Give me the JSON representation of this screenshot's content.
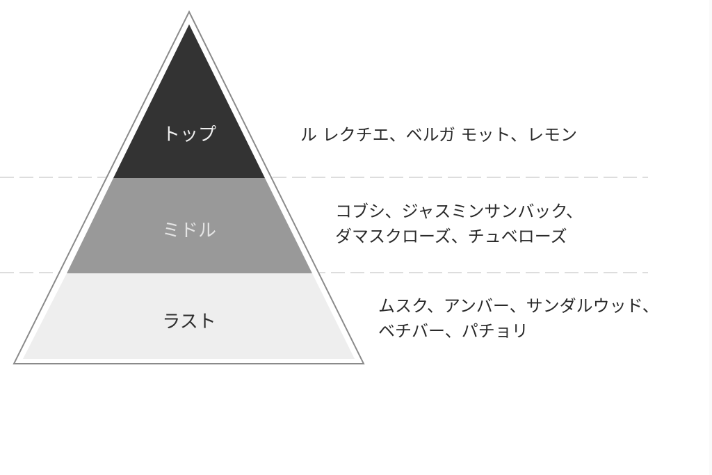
{
  "diagram": {
    "type": "fragrance-note-pyramid",
    "colors": {
      "top_fill": "#333333",
      "middle_fill": "#999999",
      "base_fill": "#eeeeee",
      "outline": "#8a8a8a",
      "divider": "#dddddd"
    },
    "tiers": [
      {
        "label": "トップ",
        "notes": [
          "ル レクチエ、ベルガ モット、レモン"
        ]
      },
      {
        "label": "ミドル",
        "notes": [
          "コブシ、ジャスミンサンバック、",
          "ダマスクローズ、チュベローズ"
        ]
      },
      {
        "label": "ラスト",
        "notes": [
          "ムスク、アンバー、サンダルウッド、",
          "ベチバー、パチョリ"
        ]
      }
    ]
  }
}
